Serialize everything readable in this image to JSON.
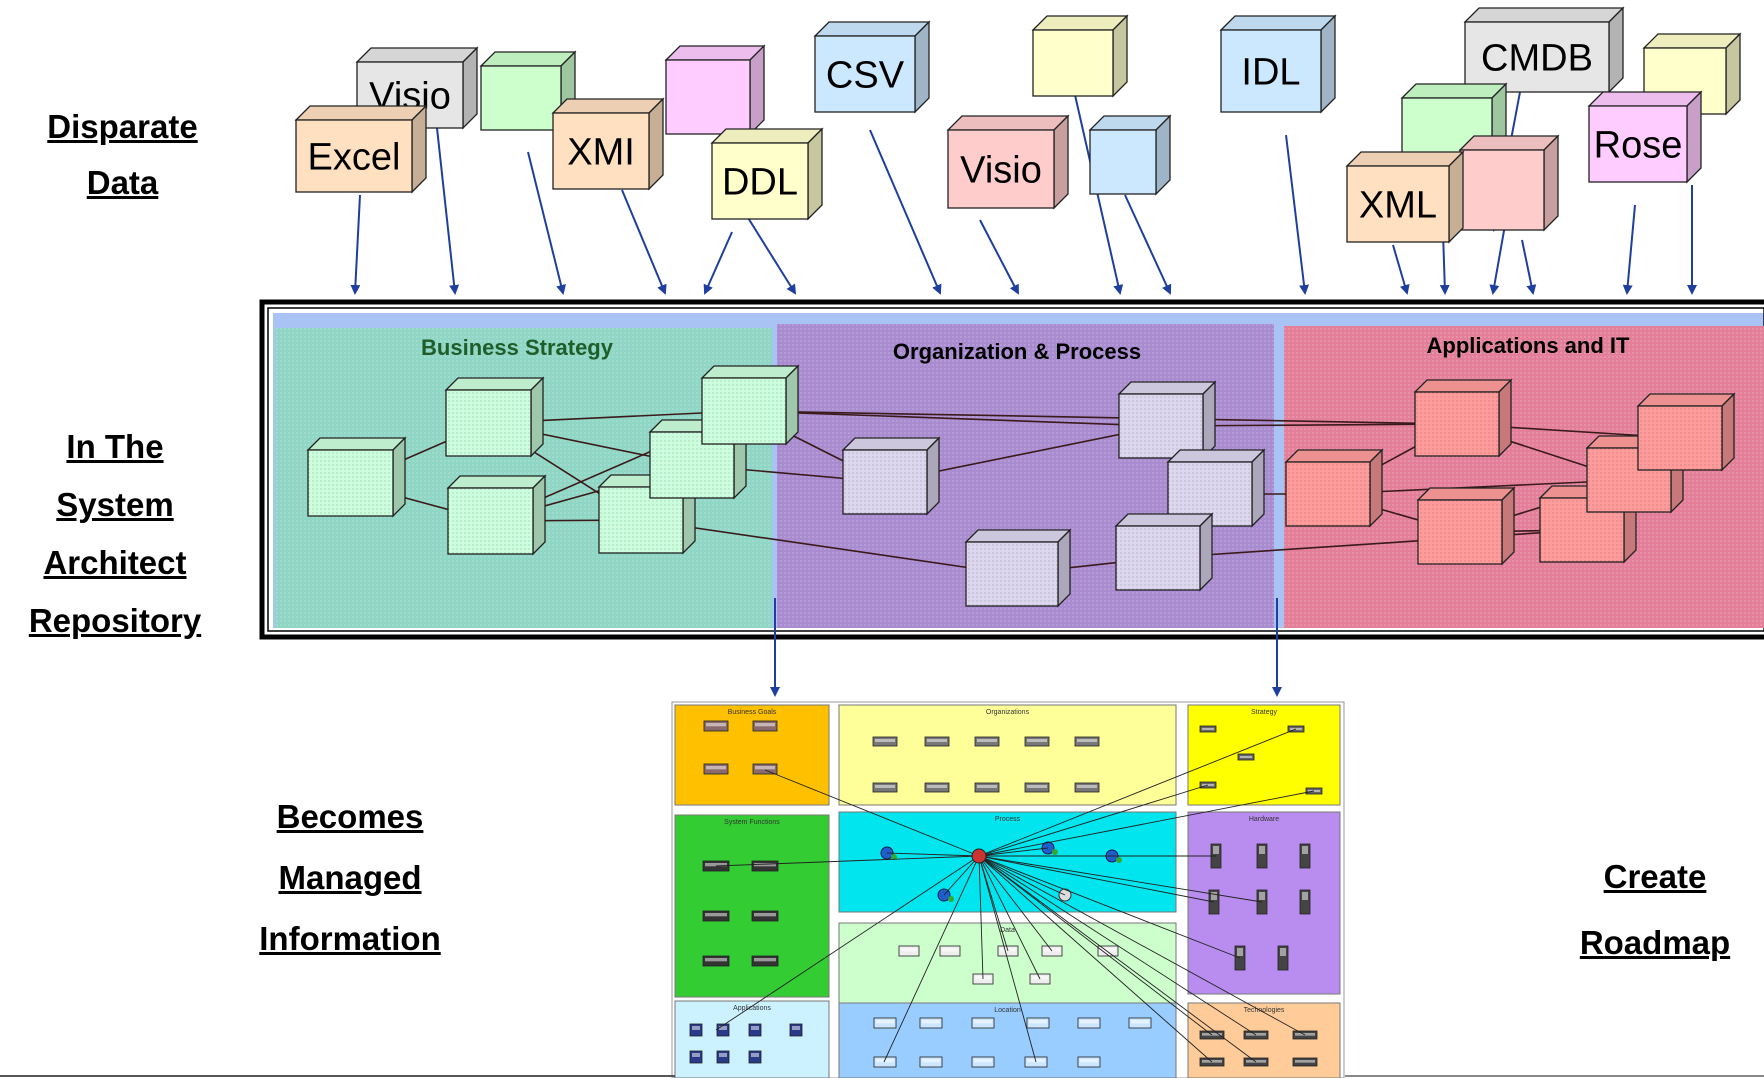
{
  "labels": {
    "disparate_1": "Disparate",
    "disparate_2": "Data",
    "system_1": "In The",
    "system_2": "System",
    "system_3": "Architect",
    "system_4": "Repository",
    "managed_1": "Becomes",
    "managed_2": "Managed",
    "managed_3": "Information",
    "roadmap_1": "Create",
    "roadmap_2": "Roadmap"
  },
  "sources": [
    {
      "id": "visio-1",
      "label": "Visio",
      "color": "#e6e6e6"
    },
    {
      "id": "green-1",
      "label": "",
      "color": "#ccffcc"
    },
    {
      "id": "excel",
      "label": "Excel",
      "color": "#ffe0c0"
    },
    {
      "id": "pink-1",
      "label": "",
      "color": "#ffccff"
    },
    {
      "id": "xmi",
      "label": "XMI",
      "color": "#ffe0c0"
    },
    {
      "id": "ddl",
      "label": "DDL",
      "color": "#ffffcc"
    },
    {
      "id": "csv",
      "label": "CSV",
      "color": "#cce8ff"
    },
    {
      "id": "yellow-1",
      "label": "",
      "color": "#ffffcc"
    },
    {
      "id": "visio-2",
      "label": "Visio",
      "color": "#ffcccc"
    },
    {
      "id": "blue-1",
      "label": "",
      "color": "#cce8ff"
    },
    {
      "id": "idl",
      "label": "IDL",
      "color": "#cce8ff"
    },
    {
      "id": "cmdb",
      "label": "CMDB",
      "color": "#e6e6e6"
    },
    {
      "id": "yellow-2",
      "label": "",
      "color": "#ffffcc"
    },
    {
      "id": "green-2",
      "label": "",
      "color": "#ccffcc"
    },
    {
      "id": "pink-2",
      "label": "",
      "color": "#ffcccc"
    },
    {
      "id": "xml",
      "label": "XML",
      "color": "#ffe0c0"
    },
    {
      "id": "rose",
      "label": "Rose",
      "color": "#ffccff"
    }
  ],
  "repository": {
    "sections": [
      {
        "id": "business-strategy",
        "title": "Business Strategy",
        "color": "#8fd6c4",
        "box_color": "#ccffdd",
        "title_color": "#1f5e2a"
      },
      {
        "id": "organization-process",
        "title": "Organization & Process",
        "color": "#a98bd0",
        "box_color": "#dcd6ee",
        "title_color": "#000000"
      },
      {
        "id": "applications-it",
        "title": "Applications and IT",
        "color": "#e37f98",
        "box_color": "#ff9b9b",
        "title_color": "#000000"
      }
    ]
  },
  "roadmap_diagram": {
    "panels": [
      {
        "id": "business-goals",
        "title": "Business Goals",
        "color": "#ffc000"
      },
      {
        "id": "organizations",
        "title": "Organizations",
        "color": "#ffff99"
      },
      {
        "id": "strategy",
        "title": "Strategy",
        "color": "#ffff00"
      },
      {
        "id": "system-functions",
        "title": "System Functions",
        "color": "#33cc33"
      },
      {
        "id": "process",
        "title": "Process",
        "color": "#00e5ee"
      },
      {
        "id": "hardware",
        "title": "Hardware",
        "color": "#b98cf0"
      },
      {
        "id": "data",
        "title": "Data",
        "color": "#ccffcc"
      },
      {
        "id": "applications",
        "title": "Applications",
        "color": "#ccf2ff"
      },
      {
        "id": "location",
        "title": "Location",
        "color": "#99ccff"
      },
      {
        "id": "technologies",
        "title": "Technologies",
        "color": "#ffcc99"
      }
    ]
  },
  "colors": {
    "arrow": "#1f3f9f",
    "line": "#3a1a1a",
    "frame": "#000000"
  }
}
